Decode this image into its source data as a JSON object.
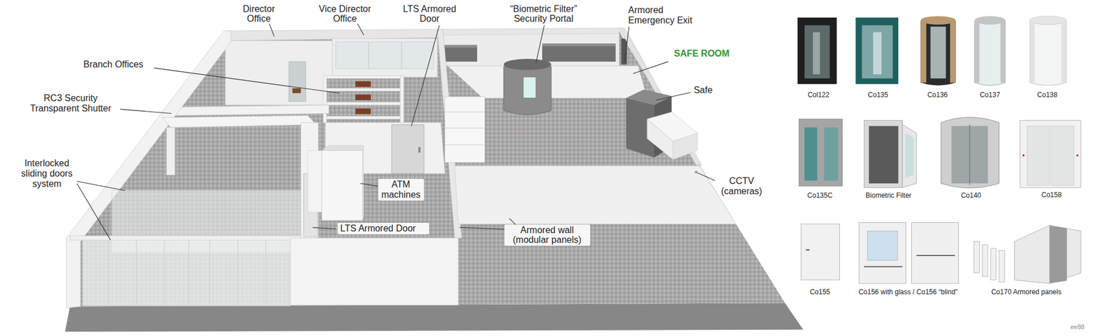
{
  "diagram": {
    "labels": [
      "Director Office",
      "Vice Director Office",
      "LTS Armored Door",
      "“Biometric Filter” Security Portal",
      "Armored Emergency Exit",
      "SAFE ROOM",
      "Branch Offices",
      "Safe",
      "RC3 Security Transparent Shutter",
      "CCTV (cameras)",
      "Interlocked sliding doors system",
      "ATM machines",
      "LTS Armored Door",
      "Armored wall (modular panels)",
      "Col122",
      "Co135",
      "Co136",
      "Co137",
      "Co138",
      "Co135C",
      "Biometric Filter",
      "Co140",
      "Co158",
      "Co155",
      "Co156 with glass / Co156 “blind”",
      "Co170 Armored panels",
      "ee88"
    ]
  }
}
